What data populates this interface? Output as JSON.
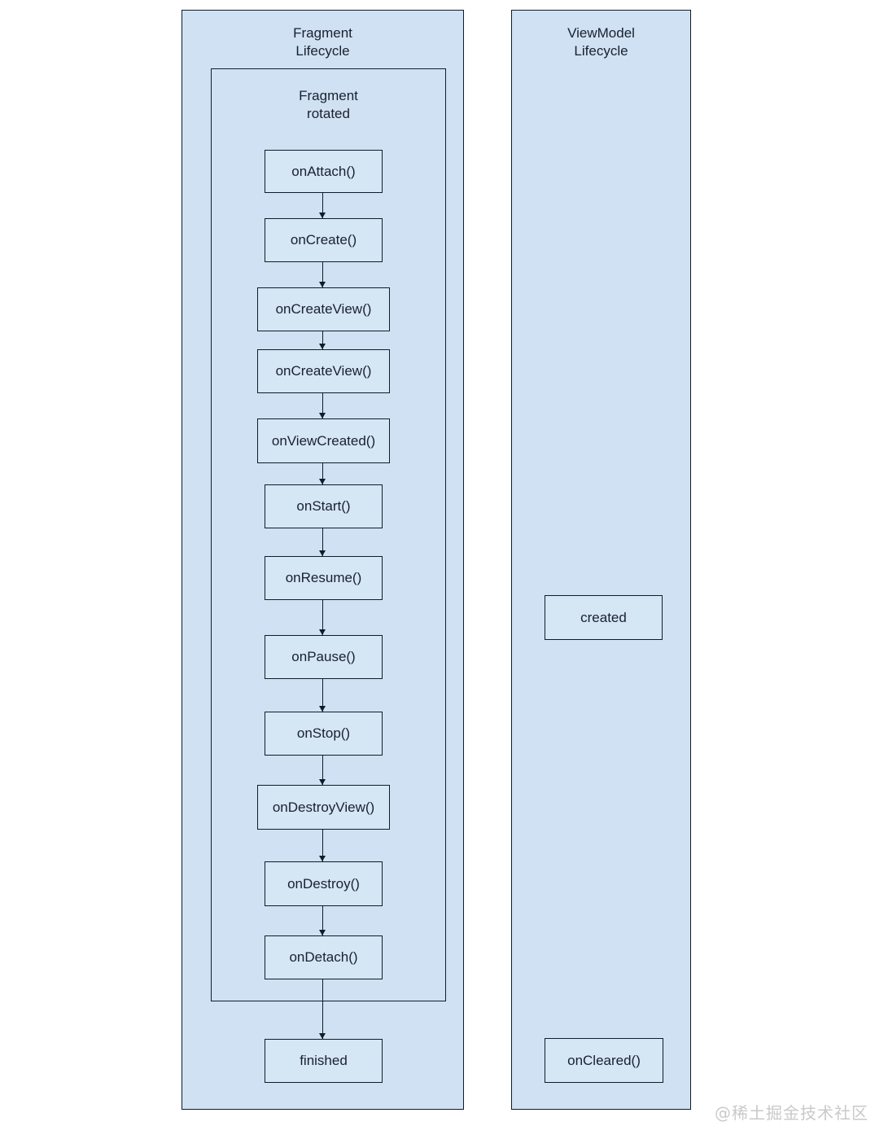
{
  "colors": {
    "panel_fill": "#cfe1f2",
    "box_fill": "#d5e6f5",
    "border": "#111c2b",
    "text": "#1a2030",
    "watermark": "#c9c9c9"
  },
  "fragment_panel": {
    "title": "Fragment\nLifecycle",
    "inner_title": "Fragment\nrotated",
    "steps": [
      "onAttach()",
      "onCreate()",
      "onCreateView()",
      "onCreateView()",
      "onViewCreated()",
      "onStart()",
      "onResume()",
      "onPause()",
      "onStop()",
      "onDestroyView()",
      "onDestroy()",
      "onDetach()"
    ],
    "finished_label": "finished"
  },
  "viewmodel_panel": {
    "title": "ViewModel\nLifecycle",
    "created_label": "created",
    "oncleared_label": "onCleared()"
  },
  "watermark": "@稀土掘金技术社区"
}
